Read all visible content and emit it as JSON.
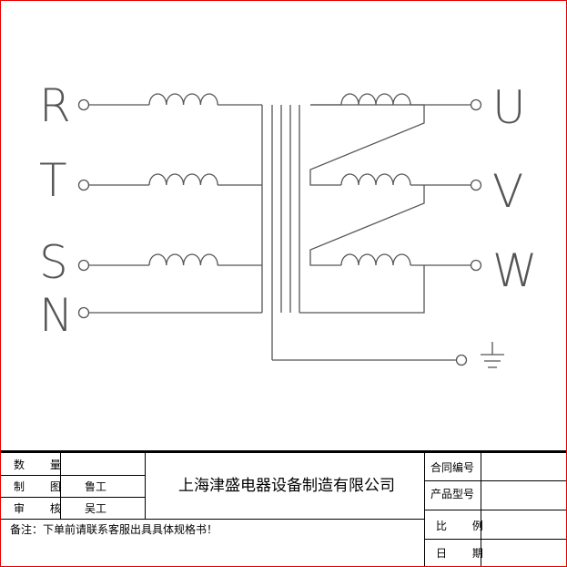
{
  "diagram": {
    "inputs": [
      "R",
      "T",
      "S",
      "N"
    ],
    "outputs": [
      "U",
      "V",
      "W"
    ],
    "ground_symbol": "ground-icon"
  },
  "title_block": {
    "quantity_label": "数 量",
    "quantity_value": "",
    "drawn_label": "制 图",
    "drawn_value": "鲁工",
    "checked_label": "审 核",
    "checked_value": "吴工",
    "company": "上海津盛电器设备制造有限公司",
    "note": "备注：下单前请联系客服出具具体规格书！",
    "contract_no_label": "合同编号",
    "contract_no_value": "",
    "model_label": "产品型号",
    "model_value": "",
    "ratio_label": "比 例",
    "ratio_value": "",
    "date_label": "日 期",
    "date_value": ""
  }
}
